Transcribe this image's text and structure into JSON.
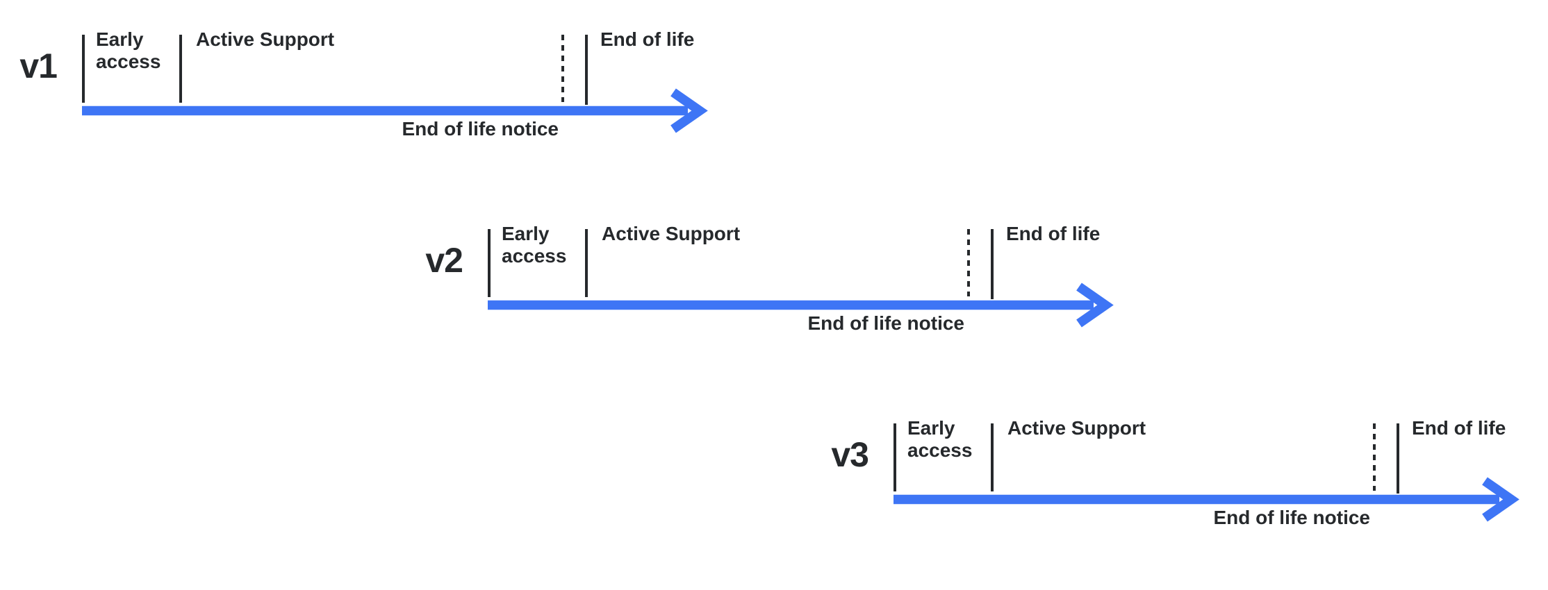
{
  "colors": {
    "arrow_blue": "#3e75f5",
    "ink": "#26292c",
    "background": "#ffffff"
  },
  "icons": {
    "arrow": "arrow-right-icon"
  },
  "rows": [
    {
      "version": "v1",
      "phase_early": "Early access",
      "phase_active": "Active Support",
      "notice": "End of life notice",
      "end": "End of life"
    },
    {
      "version": "v2",
      "phase_early": "Early access",
      "phase_active": "Active Support",
      "notice": "End of life notice",
      "end": "End of life"
    },
    {
      "version": "v3",
      "phase_early": "Early access",
      "phase_active": "Active Support",
      "notice": "End of life notice",
      "end": "End of life"
    }
  ]
}
